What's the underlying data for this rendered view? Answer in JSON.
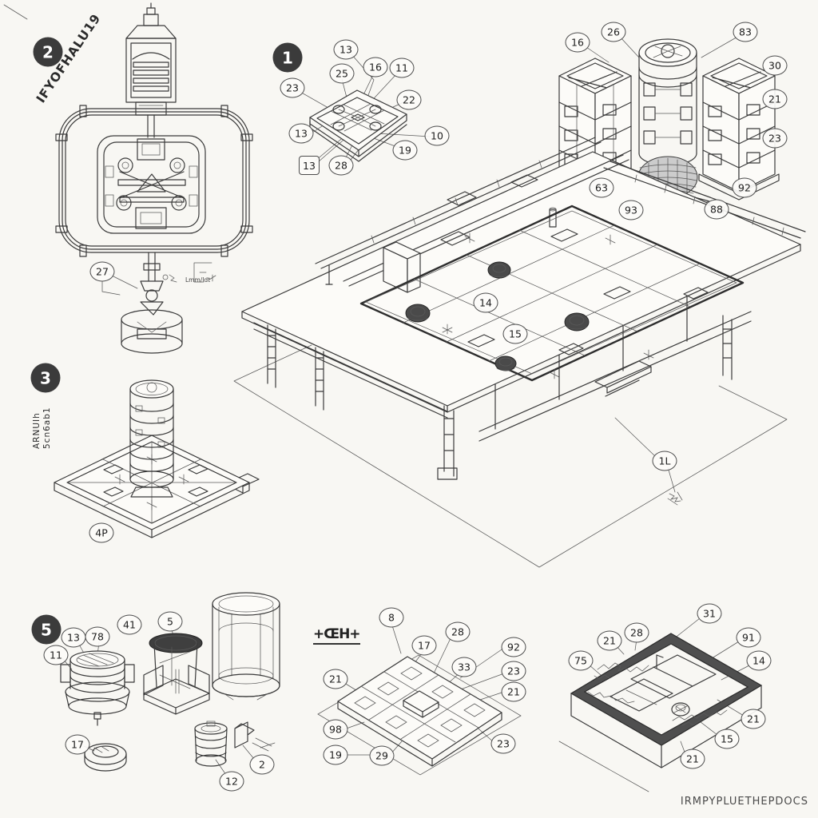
{
  "page": {
    "ink": "#3a3a3a",
    "paper": "#f8f7f3",
    "footer_text": "IRMPYPLUETHEPDOCS"
  },
  "badges": {
    "fig1": "1",
    "fig2": "2",
    "fig3": "3",
    "fig5": "5"
  },
  "fig2": {
    "label_diagonal": "IFYOFHALU19",
    "annotation": "Lmm/ldt",
    "callouts": [
      "27"
    ]
  },
  "fig1": {
    "callouts": [
      "13",
      "16",
      "11",
      "25",
      "23",
      "22",
      "13",
      "10",
      "19",
      "13",
      "28"
    ]
  },
  "towers": {
    "callouts": [
      "16",
      "26",
      "83",
      "30",
      "21",
      "23",
      "63",
      "92",
      "93",
      "88"
    ]
  },
  "platform": {
    "callouts": [
      "14",
      "15",
      "1L"
    ]
  },
  "fig3": {
    "label_line1": "ARNUIh",
    "label_line2": "5cn6ab1",
    "callouts": [
      "4P"
    ]
  },
  "fig5": {
    "callouts": [
      "11",
      "13",
      "78",
      "41",
      "5",
      "17",
      "12",
      "2"
    ]
  },
  "plate": {
    "mark": "+ŒH+",
    "callouts": [
      "8",
      "17",
      "28",
      "92",
      "33",
      "23",
      "21",
      "21",
      "98",
      "19",
      "29",
      "23"
    ]
  },
  "tray": {
    "callouts": [
      "31",
      "28",
      "21",
      "75",
      "91",
      "14",
      "21",
      "15",
      "21"
    ]
  }
}
